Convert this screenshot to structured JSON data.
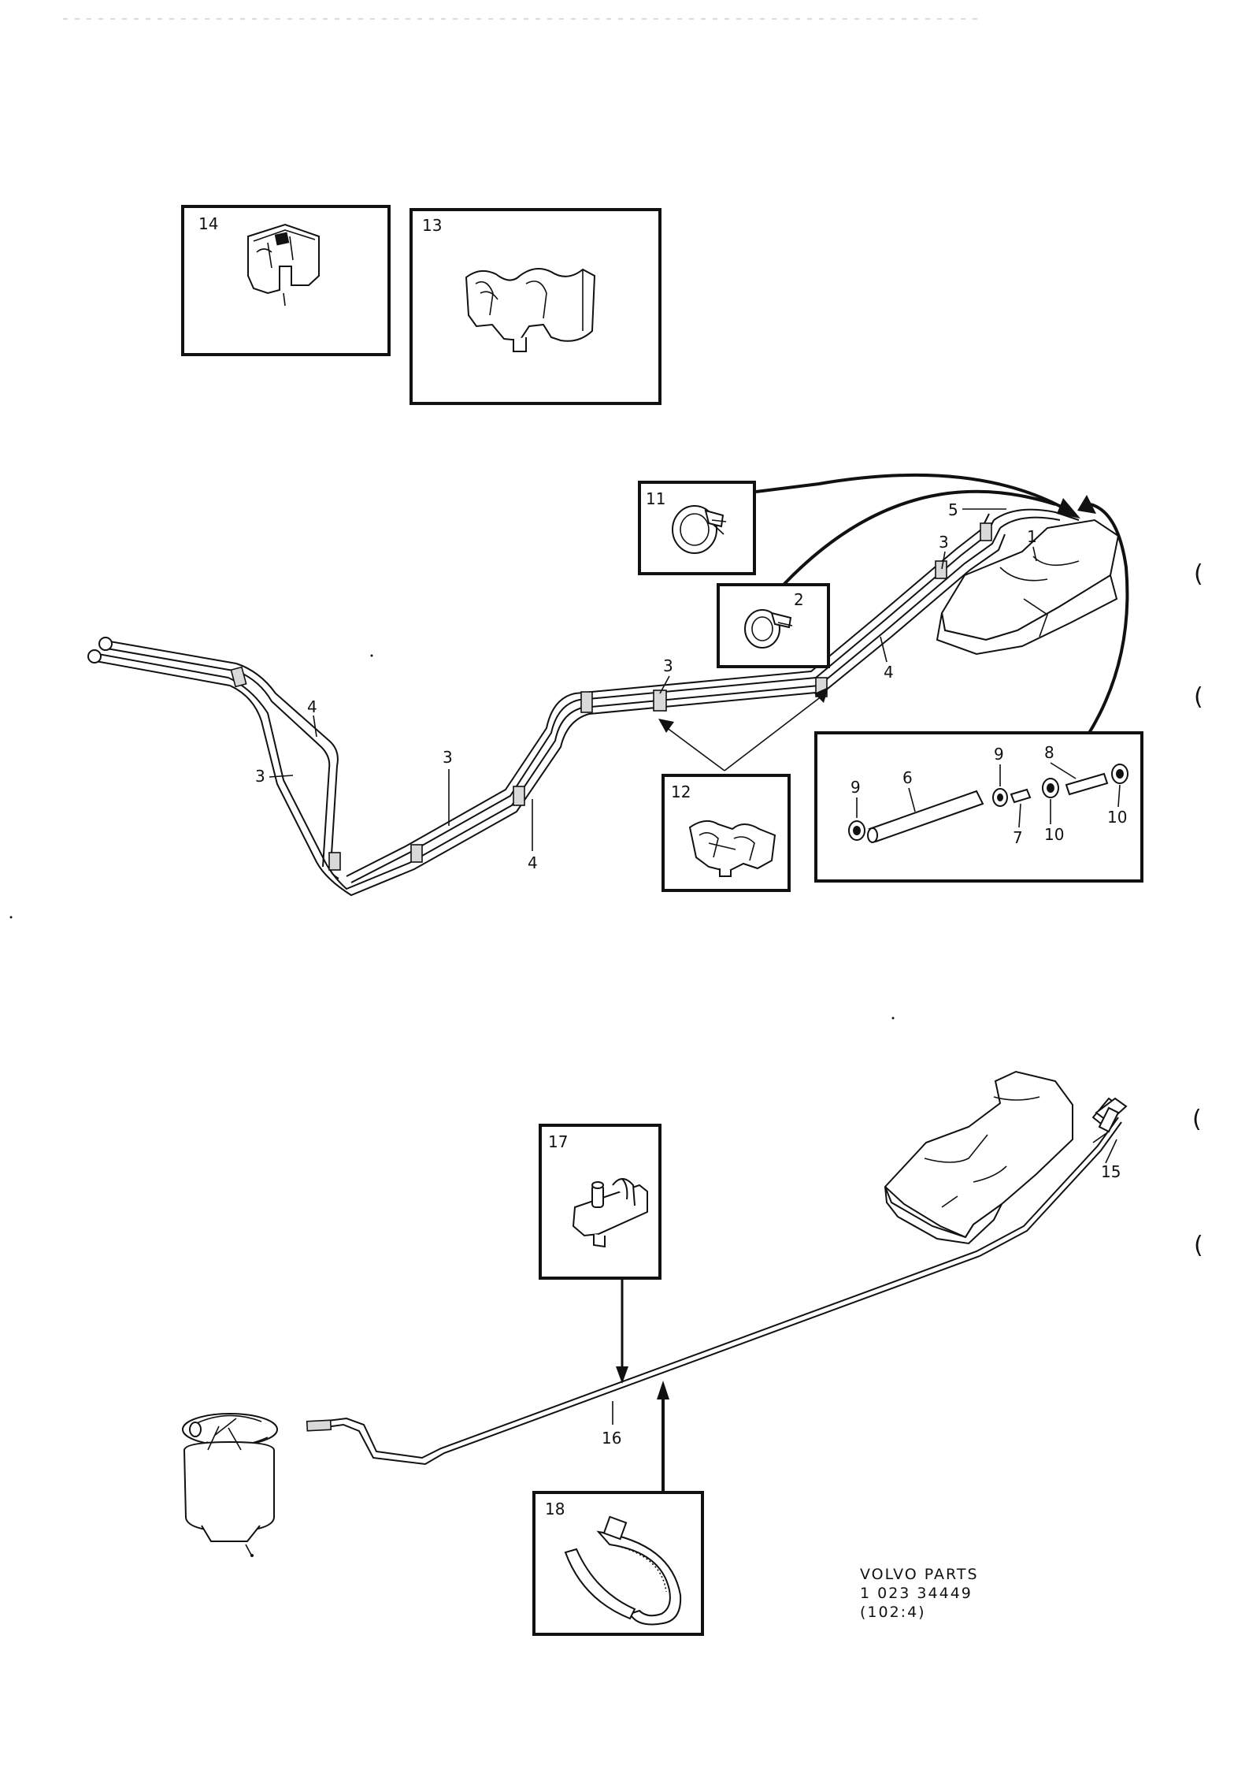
{
  "callouts": {
    "c1": "1",
    "c2": "2",
    "c3a": "3",
    "c3b": "3",
    "c3c": "3",
    "c3d": "3",
    "c4a": "4",
    "c4b": "4",
    "c4c": "4",
    "c5": "5",
    "c6": "6",
    "c7": "7",
    "c8": "8",
    "c9a": "9",
    "c9b": "9",
    "c10a": "10",
    "c10b": "10",
    "c11": "11",
    "c12": "12",
    "c13": "13",
    "c14": "14",
    "c15": "15",
    "c16": "16",
    "c17": "17",
    "c18": "18"
  },
  "footer": {
    "line1": "VOLVO PARTS",
    "line2": "1 023 34449",
    "line3": "(102:4)"
  },
  "margin_marks": [
    "(",
    "(",
    "(",
    "("
  ]
}
